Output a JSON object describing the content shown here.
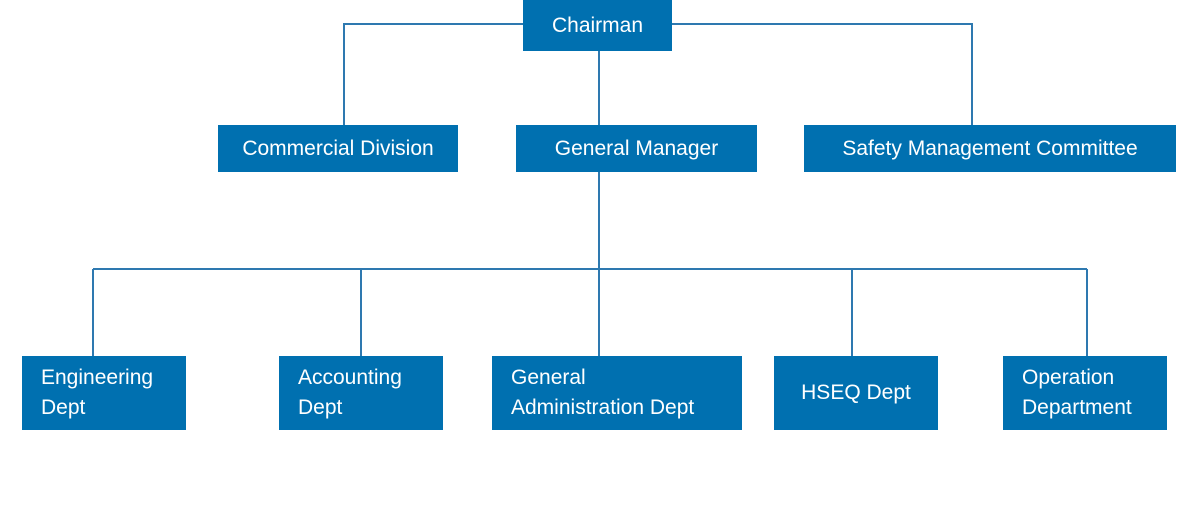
{
  "colors": {
    "box": "#0070b0",
    "text": "#ffffff",
    "line": "#2e79b0"
  },
  "nodes": {
    "chairman": "Chairman",
    "commercial_division": "Commercial Division",
    "general_manager": "General Manager",
    "safety_committee": "Safety Management Committee",
    "engineering": "Engineering\nDept",
    "accounting": "Accounting\nDept",
    "general_admin": "General\nAdministration Dept",
    "hseq": "HSEQ Dept",
    "operation": "Operation\nDepartment"
  }
}
